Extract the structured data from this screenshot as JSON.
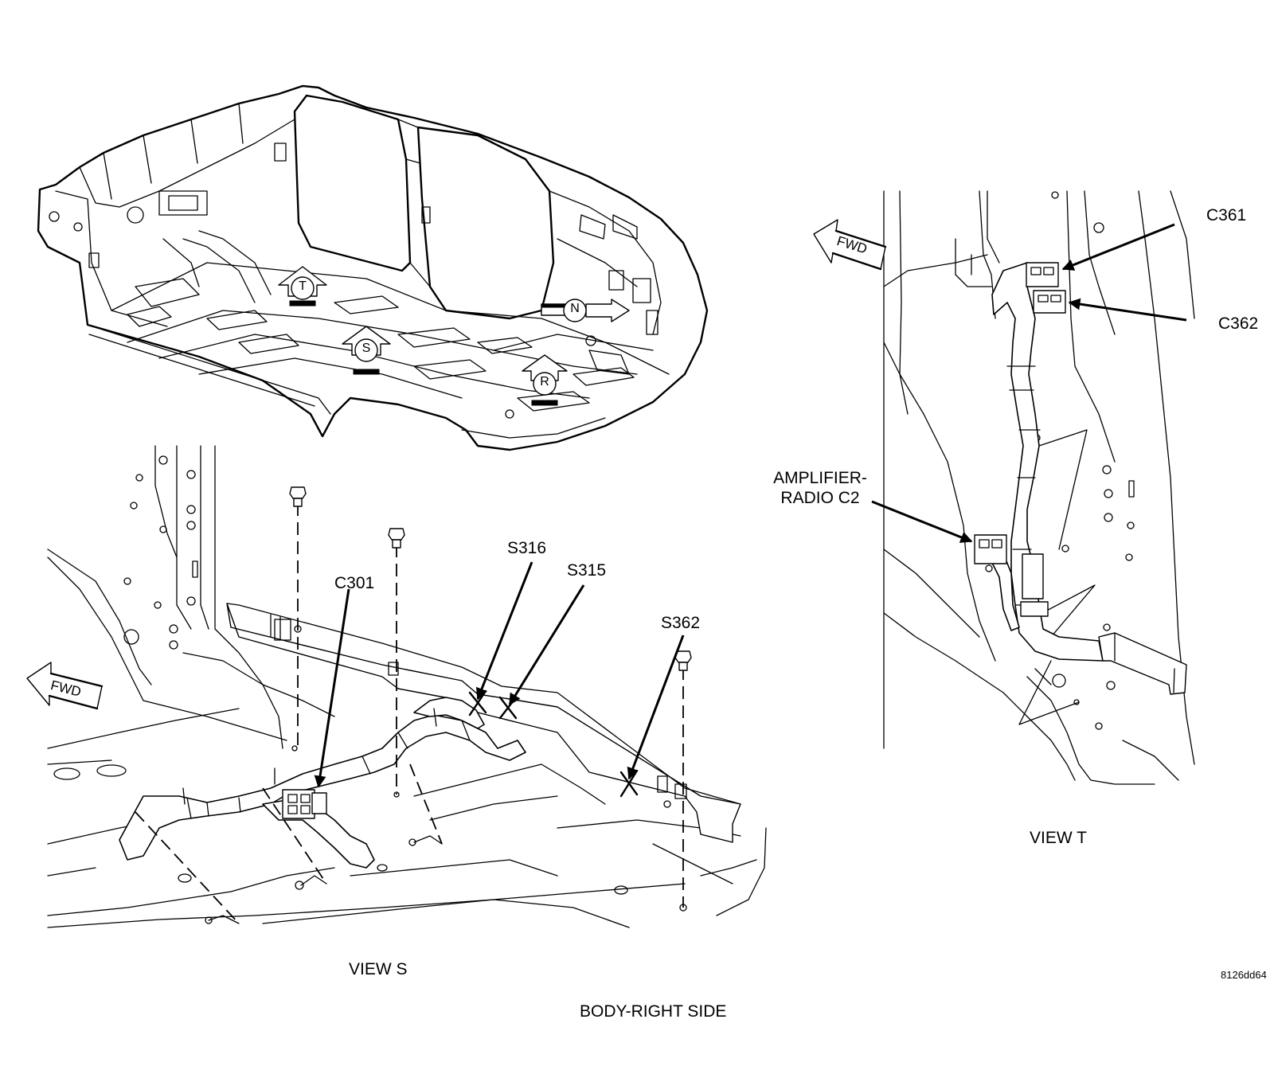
{
  "diagram": {
    "caption": "BODY-RIGHT SIDE",
    "figure_id": "8126dd64",
    "overview_markers": [
      "T",
      "S",
      "R",
      "N"
    ],
    "view_s": {
      "title": "VIEW S",
      "fwd_label": "FWD",
      "callouts": [
        "C301",
        "S316",
        "S315",
        "S362"
      ]
    },
    "view_t": {
      "title": "VIEW T",
      "fwd_label": "FWD",
      "callouts": [
        "C361",
        "C362"
      ],
      "amplifier_line1": "AMPLIFIER-",
      "amplifier_line2": "RADIO C2"
    }
  }
}
